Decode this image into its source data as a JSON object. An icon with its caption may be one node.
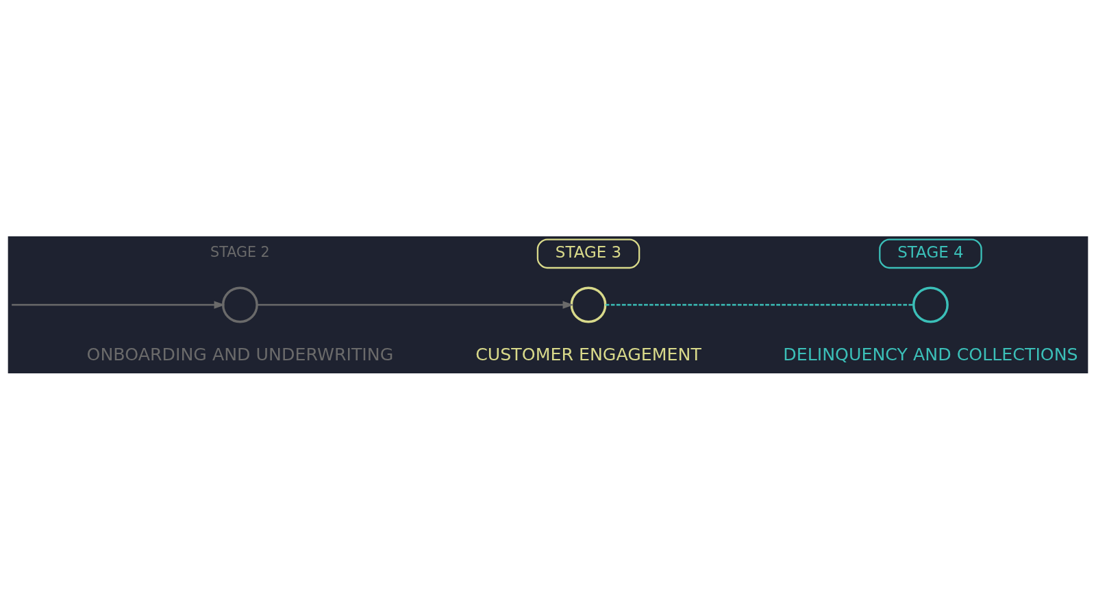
{
  "diagram": {
    "nodes": [
      {
        "text": [
          "STAGE 3"
        ]
      },
      {
        "text": [
          "STAGE 4"
        ]
      },
      {
        "text": [],
        "shape": "circle",
        "beside": [
          "ONBOARDING AND UNDERWRITING"
        ]
      },
      {
        "text": [],
        "shape": "circle",
        "beside": [
          "CUSTOMER ENGAGEMENT"
        ]
      },
      {
        "text": [],
        "shape": "circle",
        "beside": [
          "DELINQUENCY AND COLLECTIONS"
        ]
      }
    ],
    "edges": [
      {
        "from": null,
        "to": 2,
        "arrow": "to"
      },
      {
        "from": 2,
        "to": 3,
        "arrow": "to"
      },
      {
        "from": 3,
        "to": 4,
        "arrow": "none",
        "style": "dashed",
        "color": "#3bbfb8"
      }
    ],
    "labels": [
      "STAGE 2"
    ]
  }
}
